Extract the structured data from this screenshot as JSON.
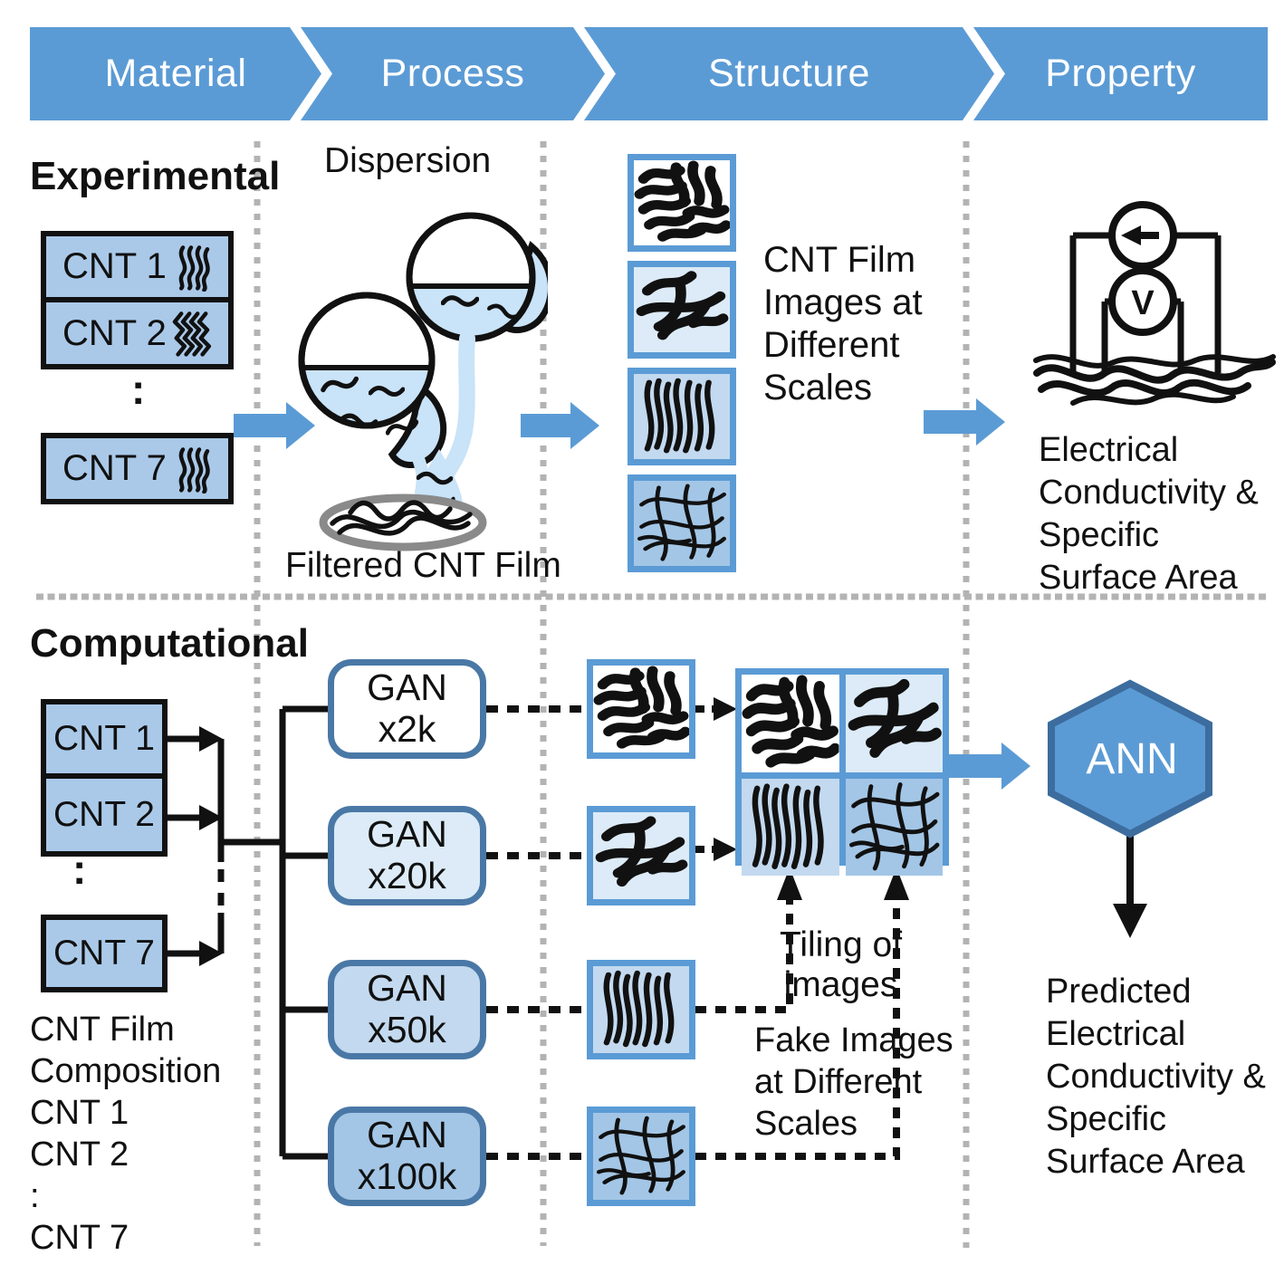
{
  "banner": {
    "steps": [
      "Material",
      "Process",
      "Structure",
      "Property"
    ]
  },
  "colors": {
    "accent_blue": "#5b9bd5",
    "hex_border_blue": "#3c6d9e",
    "gan_border_blue": "#4a78a6",
    "cnt_box_fill": "#aac9e9",
    "tint_light": "#dcebf7",
    "tint_mid": "#c3d9ef",
    "tint_dark": "#a3c6e6",
    "divider_gray": "#b3b3b3",
    "liquid_blue": "#c9e3f8"
  },
  "experimental": {
    "heading": "Experimental",
    "material": {
      "items": [
        "CNT 1",
        "CNT 2",
        "CNT 7"
      ],
      "ellipsis": ":"
    },
    "process": {
      "dispersion_label": "Dispersion",
      "filtered_label": "Filtered CNT Film"
    },
    "structure": {
      "caption_lines": [
        "CNT Film",
        "Images at",
        "Different",
        "Scales"
      ]
    },
    "property": {
      "voltmeter": "V",
      "caption_lines": [
        "Electrical",
        "Conductivity &",
        "Specific",
        "Surface Area"
      ]
    }
  },
  "computational": {
    "heading": "Computational",
    "material": {
      "items": [
        "CNT 1",
        "CNT 2",
        "CNT 7"
      ],
      "ellipsis": ":",
      "composition_lines": [
        "CNT Film",
        "Composition",
        "CNT 1",
        "CNT 2",
        ":",
        "CNT 7"
      ]
    },
    "process": {
      "gans": [
        {
          "name": "GAN",
          "scale": "x2k"
        },
        {
          "name": "GAN",
          "scale": "x20k"
        },
        {
          "name": "GAN",
          "scale": "x50k"
        },
        {
          "name": "GAN",
          "scale": "x100k"
        }
      ]
    },
    "structure": {
      "tiling_label": "Tiling of images",
      "fake_caption_lines": [
        "Fake Images",
        "at Different",
        "Scales"
      ]
    },
    "property": {
      "ann_label": "ANN",
      "predicted_lines": [
        "Predicted",
        "Electrical",
        "Conductivity &",
        "Specific",
        "Surface Area"
      ]
    }
  }
}
